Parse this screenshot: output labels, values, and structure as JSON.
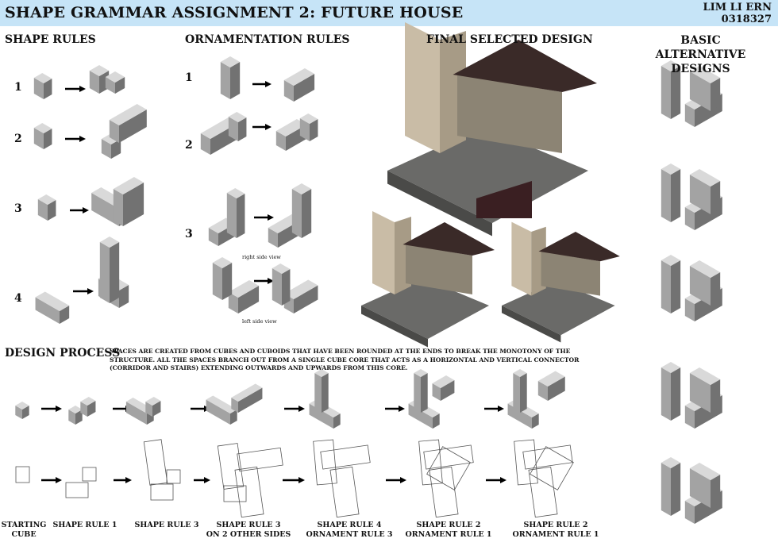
{
  "header": {
    "title": "SHAPE GRAMMAR ASSIGNMENT 2: FUTURE HOUSE",
    "author_name": "LIM LI ERN",
    "student_id": "0318327"
  },
  "sections": {
    "shape_rules": {
      "heading": "SHAPE RULES",
      "numbers": [
        "1",
        "2",
        "3",
        "4"
      ]
    },
    "ornamentation_rules": {
      "heading": "ORNAMENTATION RULES",
      "numbers": [
        "1",
        "2",
        "3"
      ],
      "captions": [
        "right side view",
        "left side view"
      ]
    },
    "final_design": {
      "heading": "FINAL SELECTED DESIGN"
    },
    "alternatives": {
      "heading": "BASIC ALTERNATIVE DESIGNS"
    },
    "design_process": {
      "heading": "DESIGN PROCESS",
      "description": "SPACES ARE CREATED FROM CUBES AND CUBOIDS THAT HAVE BEEN ROUNDED AT THE ENDS TO BREAK THE MONOTONY OF THE STRUCTURE. ALL THE SPACES BRANCH OUT FROM A SINGLE CUBE CORE THAT ACTS AS A HORIZONTAL AND VERTICAL CONNECTOR (CORRIDOR AND STAIRS) EXTENDING OUTWARDS AND UPWARDS FROM THIS CORE.",
      "steps": [
        {
          "line1": "STARTING",
          "line2": "CUBE"
        },
        {
          "line1": "SHAPE RULE 1",
          "line2": ""
        },
        {
          "line1": "SHAPE RULE 3",
          "line2": ""
        },
        {
          "line1": "SHAPE RULE 3",
          "line2": "ON 2 OTHER SIDES"
        },
        {
          "line1": "SHAPE RULE 4",
          "line2": "ORNAMENT RULE 3"
        },
        {
          "line1": "SHAPE RULE 2",
          "line2": "ORNAMENT RULE 1"
        },
        {
          "line1": "SHAPE RULE 2",
          "line2": "ORNAMENT RULE 1"
        }
      ]
    }
  },
  "colors": {
    "header_bg": "#c6e4f7",
    "block_top": "#d9d9d9",
    "block_left": "#a3a3a3",
    "block_right": "#727272",
    "roof": "#3a2a28",
    "wall": "#c9bca6"
  }
}
